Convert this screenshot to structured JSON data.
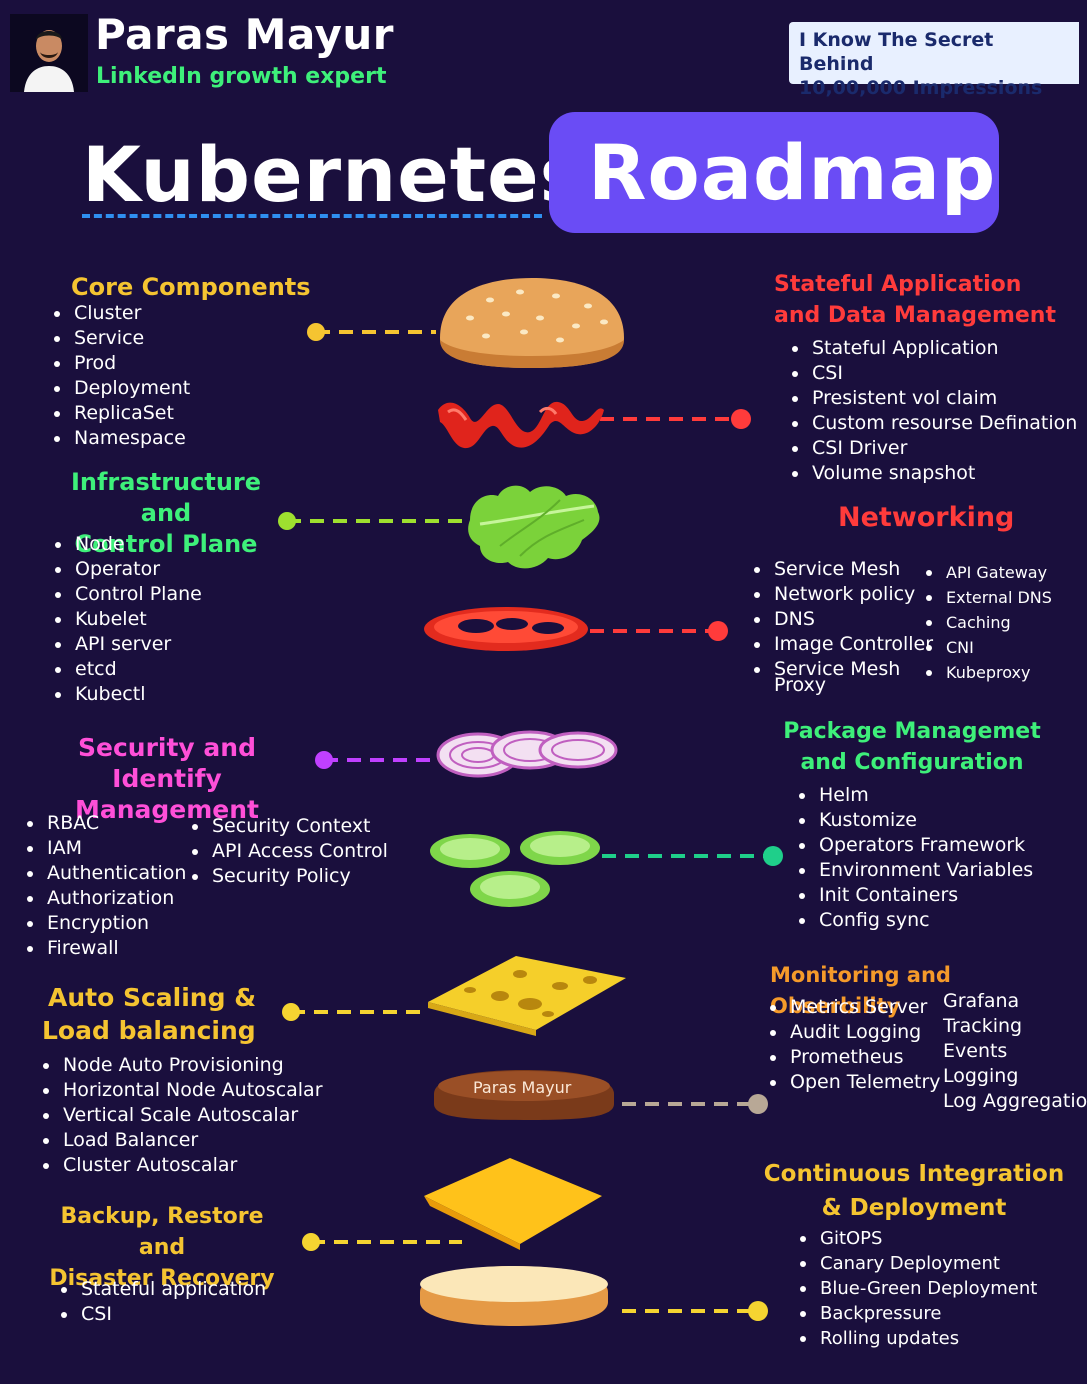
{
  "header": {
    "author_name": "Paras Mayur",
    "author_role": "LinkedIn growth expert",
    "tagline_line1": "I Know The Secret Behind",
    "tagline_line2": "10,00,000 Impressions"
  },
  "title": {
    "main": "Kubernetes",
    "accent": "Roadmap"
  },
  "patty_label": "Paras Mayur",
  "colors": {
    "background": "#1a0f3d",
    "accent": "#6a4cf5",
    "yellow": "#f5c431",
    "green": "#3ef07a",
    "red": "#ff3b3b",
    "pink": "#ff4fd8"
  },
  "sections": {
    "core": {
      "heading": "Core Components",
      "items": [
        "Cluster",
        "Service",
        "Prod",
        "Deployment",
        "ReplicaSet",
        "Namespace"
      ]
    },
    "infra": {
      "heading_line1": "Infrastructure and",
      "heading_line2": "Control Plane",
      "items": [
        "Node",
        "Operator",
        "Control Plane",
        "Kubelet",
        "API server",
        "etcd",
        "Kubectl"
      ]
    },
    "security": {
      "heading_line1": "Security and Identify",
      "heading_line2": "Management",
      "items_col1": [
        "RBAC",
        "IAM",
        "Authentication",
        "Authorization",
        "Encryption",
        "Firewall"
      ],
      "items_col2": [
        "Security Context",
        "API Access Control",
        "Security Policy"
      ]
    },
    "autoscaling": {
      "heading_line1": "Auto Scaling &",
      "heading_line2": "Load balancing",
      "items": [
        "Node Auto Provisioning",
        "Horizontal Node Autoscalar",
        "Vertical Scale Autoscalar",
        "Load Balancer",
        "Cluster Autoscalar"
      ]
    },
    "backup": {
      "heading_line1": "Backup, Restore and",
      "heading_line2": "Disaster Recovery",
      "items": [
        "Stateful application",
        "CSI"
      ]
    },
    "stateful": {
      "heading_line1": "Stateful Application",
      "heading_line2": "and Data Management",
      "items": [
        "Stateful Application",
        "CSI",
        "Presistent vol claim",
        "Custom resourse Defination",
        "CSI Driver",
        "Volume snapshot"
      ]
    },
    "networking": {
      "heading": "Networking",
      "items_col1": [
        "Service Mesh",
        "Network policy",
        "DNS",
        "Image Controller",
        "Service Mesh",
        "Proxy"
      ],
      "items_col2": [
        "API Gateway",
        "External DNS",
        "Caching",
        "CNI",
        "Kubeproxy"
      ]
    },
    "package": {
      "heading_line1": "Package Managemet",
      "heading_line2": "and Configuration",
      "items": [
        "Helm",
        "Kustomize",
        "Operators Framework",
        "Environment Variables",
        "Init Containers",
        "Config sync"
      ]
    },
    "monitoring": {
      "heading": "Monitoring and Obserbility",
      "items_col1": [
        "Metrics Server",
        "Audit Logging",
        "Prometheus",
        "Open Telemetry"
      ],
      "items_col2": [
        "Grafana",
        "Tracking",
        "Events",
        "Logging",
        "Log Aggregatio"
      ]
    },
    "cicd": {
      "heading_line1": "Continuous Integration",
      "heading_line2": "& Deployment",
      "items": [
        "GitOPS",
        "Canary Deployment",
        "Blue-Green Deployment",
        "Backpressure",
        "Rolling updates"
      ]
    }
  }
}
